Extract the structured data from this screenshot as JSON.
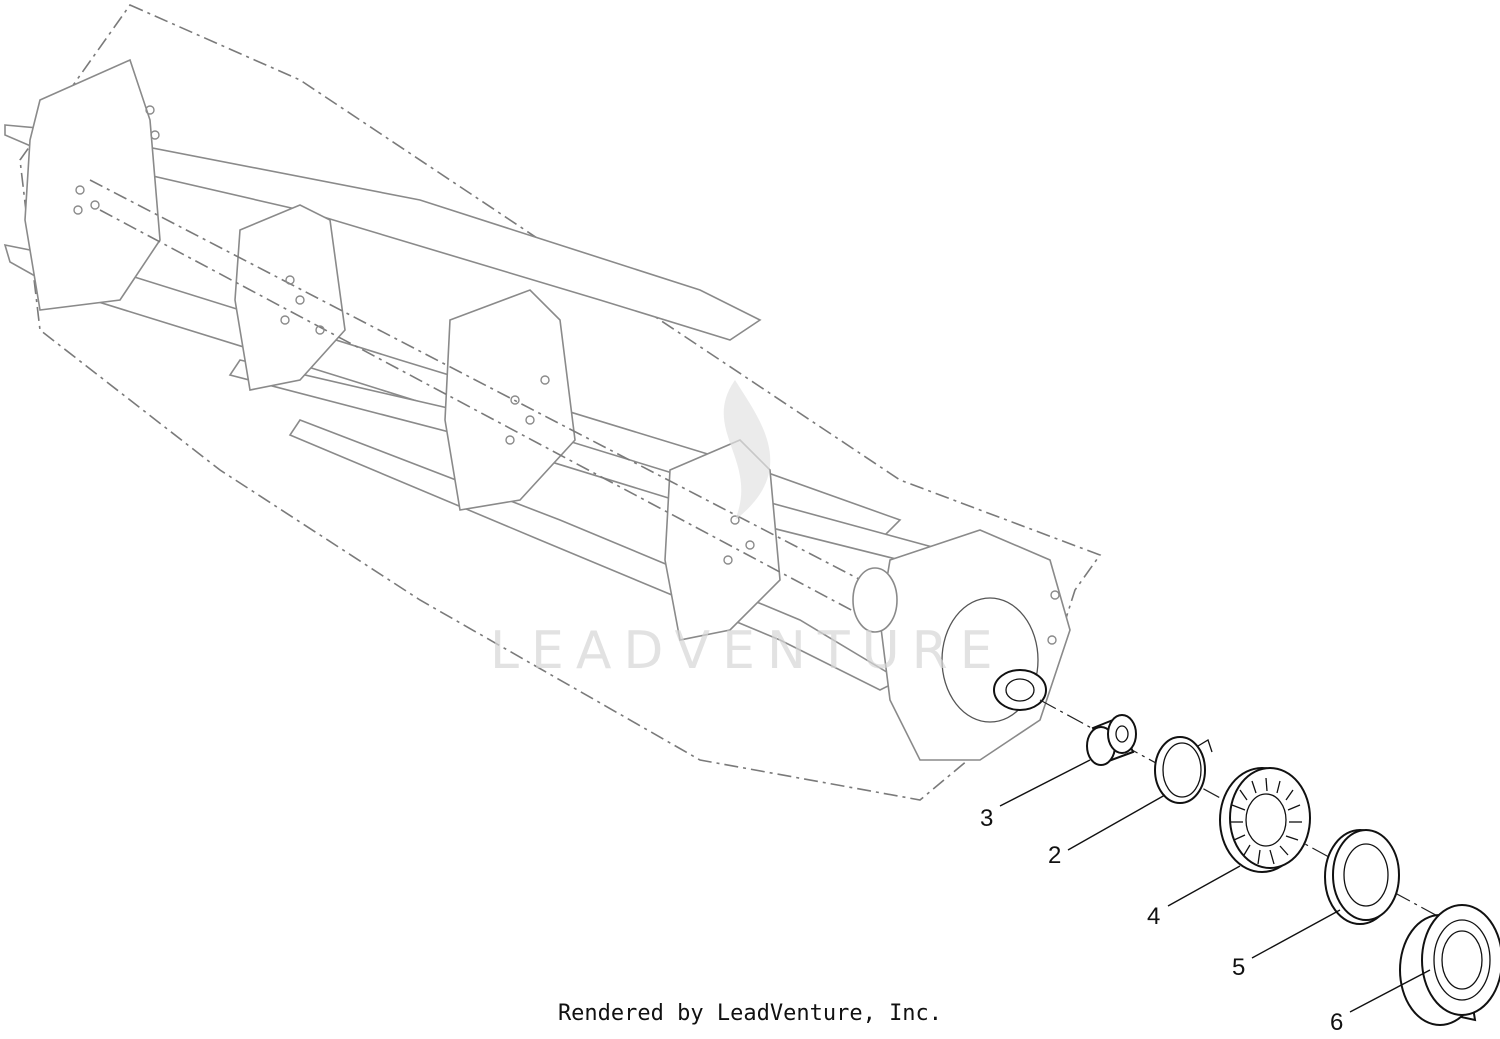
{
  "diagram": {
    "callouts": [
      {
        "id": "3",
        "label": "3"
      },
      {
        "id": "2",
        "label": "2"
      },
      {
        "id": "4",
        "label": "4"
      },
      {
        "id": "5",
        "label": "5"
      },
      {
        "id": "6",
        "label": "6"
      }
    ],
    "watermark": "LEADVENTURE",
    "credit": "Rendered by LeadVenture, Inc."
  }
}
